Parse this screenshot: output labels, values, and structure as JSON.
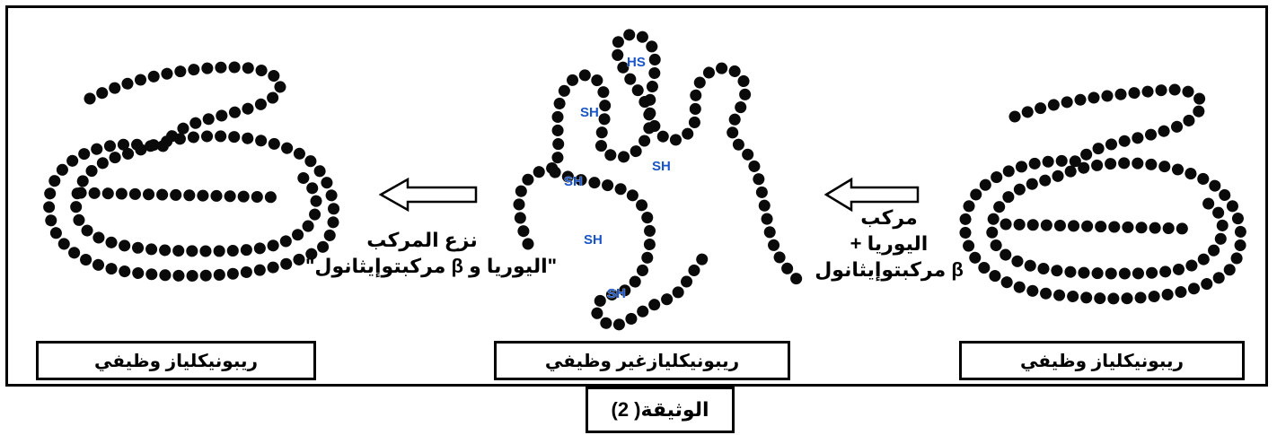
{
  "panels": {
    "left": {
      "label": "ريبونيكلياز وظيفي"
    },
    "middle": {
      "label": "ريبونيكليازغير وظيفي",
      "groups": [
        "HS",
        "SH",
        "SH",
        "SH",
        "SH",
        "SH"
      ]
    },
    "right": {
      "label": "ريبونيكلياز وظيفي"
    }
  },
  "arrows": {
    "right_to_middle": {
      "lines": [
        "مركب",
        "اليوريا +",
        "β مركبتوإيثانول"
      ]
    },
    "middle_to_left": {
      "lines": [
        "نزع المركب",
        "\"اليوريا و β مركبتوإيثانول\""
      ]
    }
  },
  "caption": "الوثيقة( 2)",
  "colors": {
    "chain": "#0a0a0a",
    "sh_group": "#1a55c8",
    "border": "#000000"
  }
}
